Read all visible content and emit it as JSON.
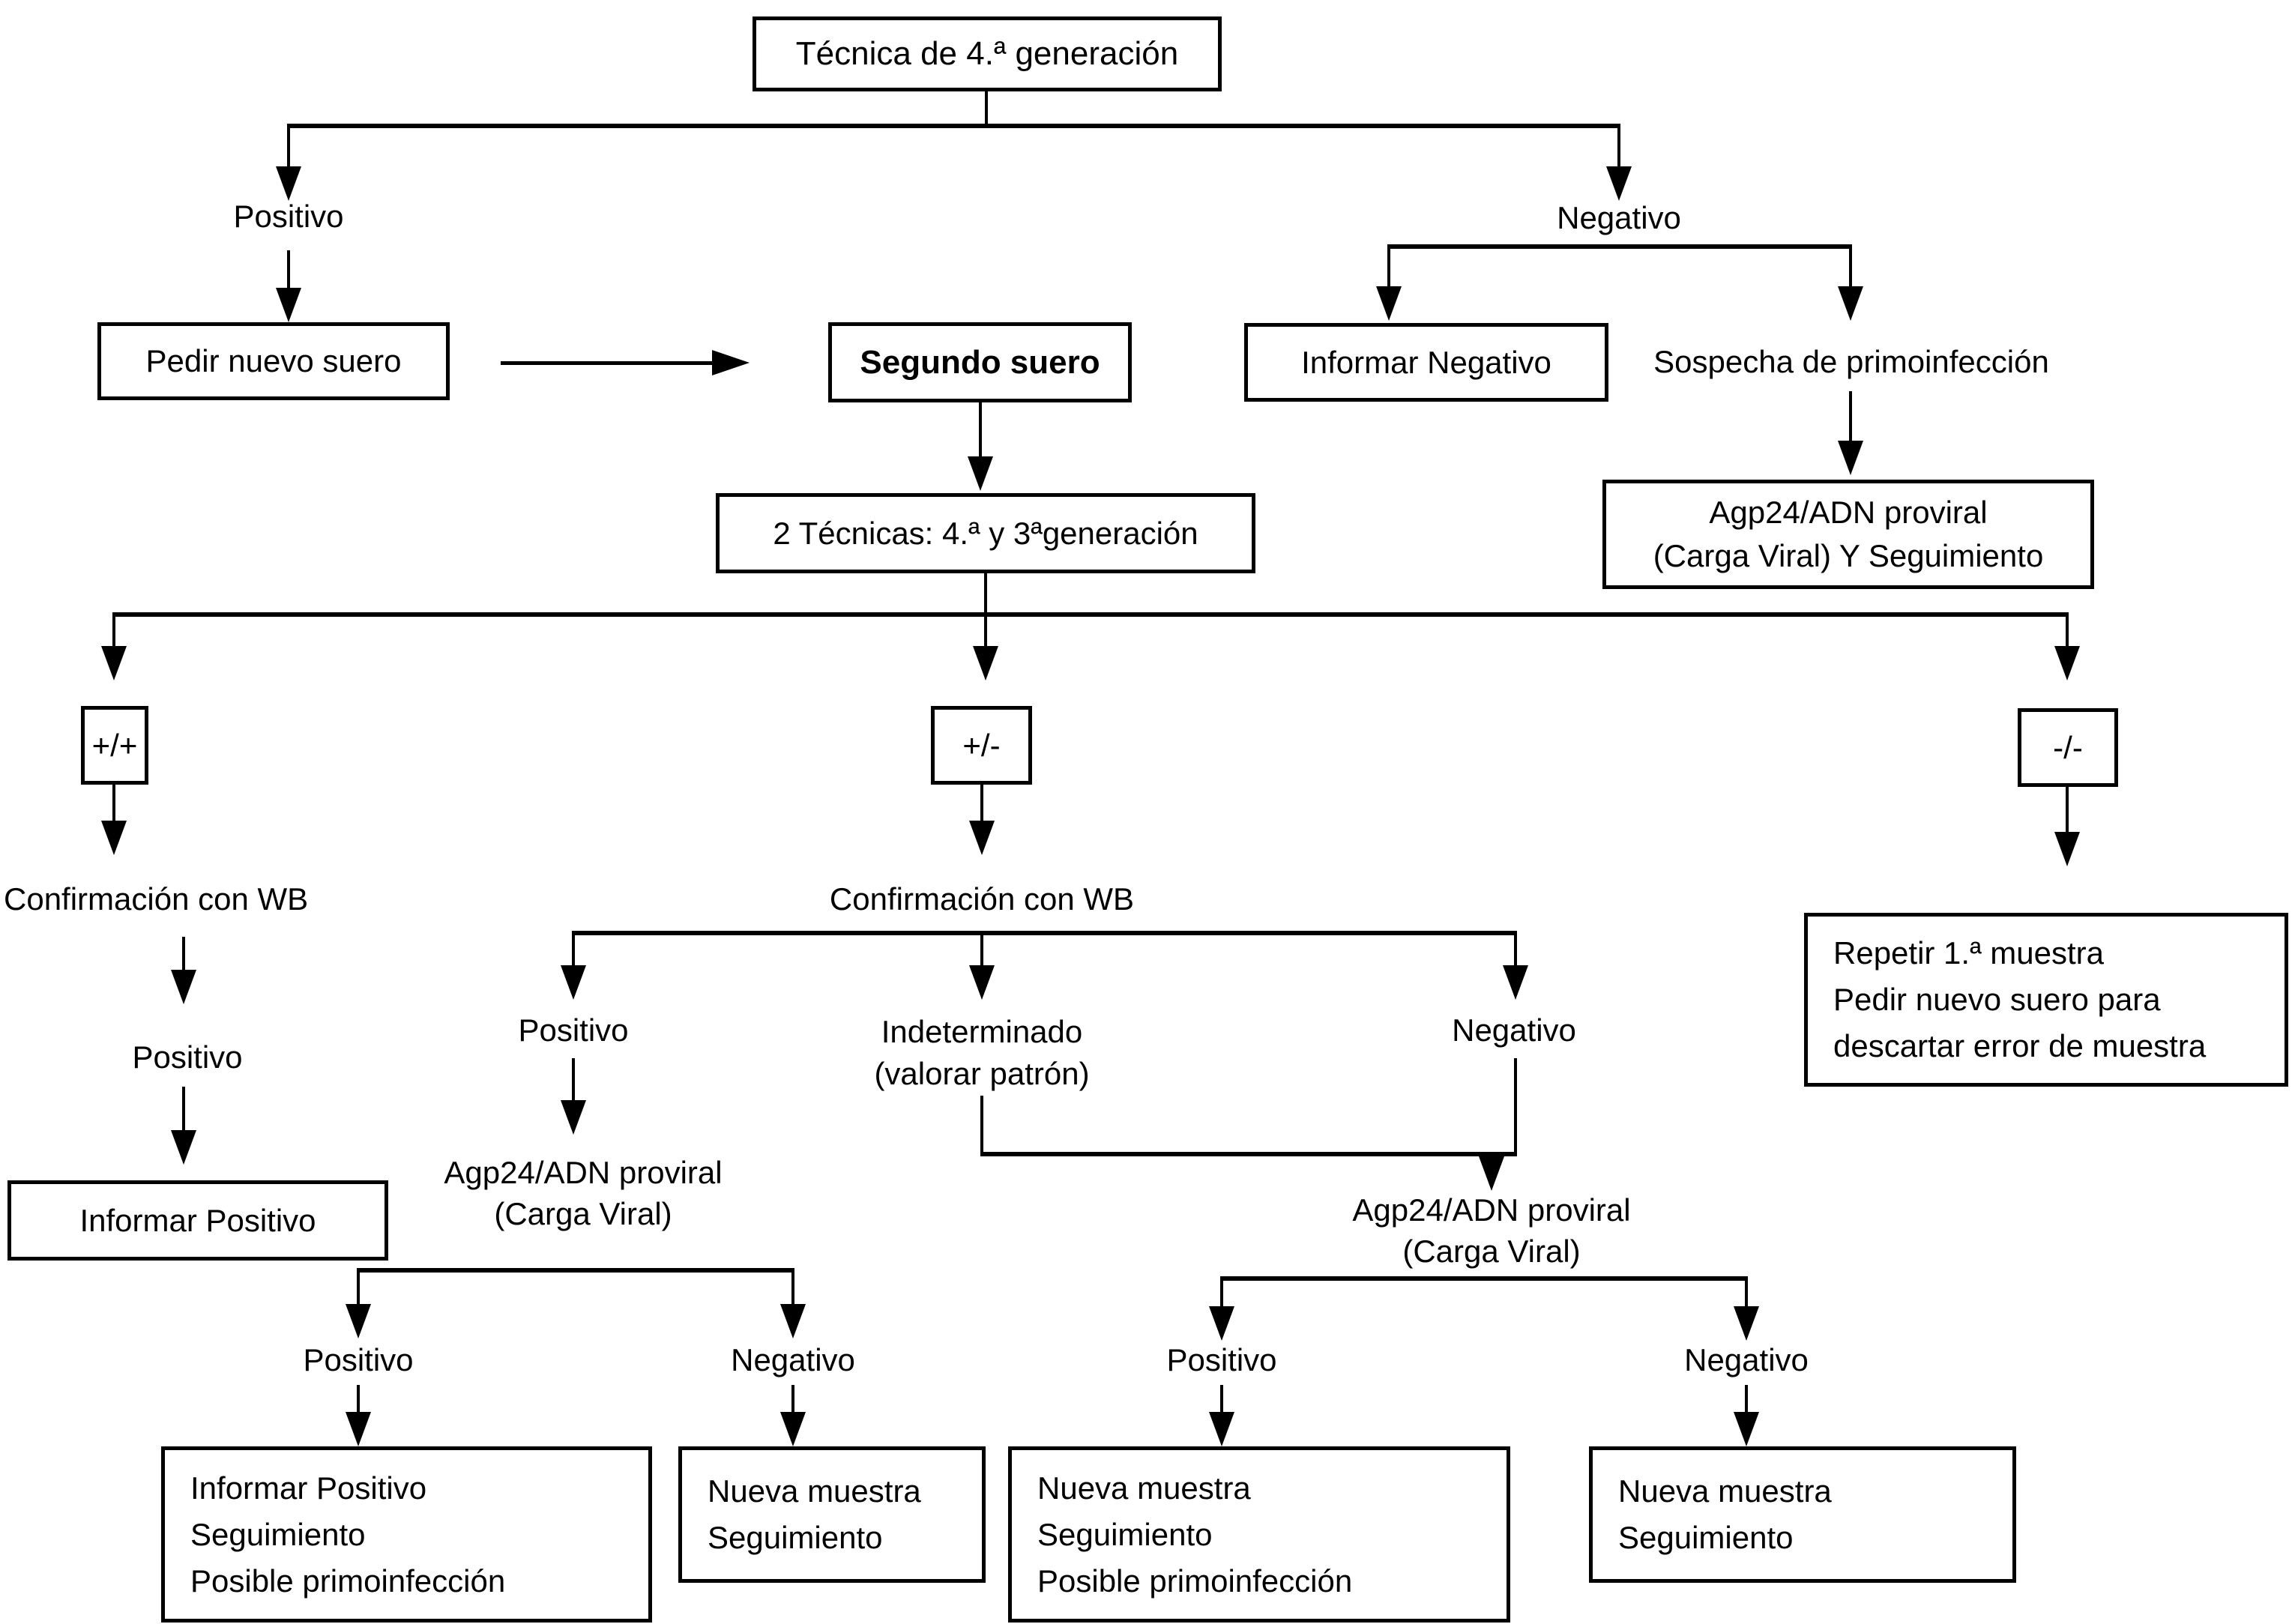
{
  "colors": {
    "background": "#ffffff",
    "line": "#000000",
    "text": "#000000"
  },
  "nodes": {
    "root": {
      "label": "Técnica de 4.ª generación"
    },
    "positivo_top": {
      "label": "Positivo"
    },
    "negativo_top": {
      "label": "Negativo"
    },
    "pedir_nuevo_suero": {
      "label": "Pedir nuevo suero"
    },
    "segundo_suero": {
      "label": "Segundo suero"
    },
    "informar_negativo": {
      "label": "Informar Negativo"
    },
    "sospecha_primoinfeccion": {
      "label": "Sospecha de primoinfección"
    },
    "agp24_seguimiento": {
      "lines": [
        "Agp24/ADN proviral",
        "(Carga Viral) Y Seguimiento"
      ]
    },
    "dos_tecnicas": {
      "label": "2 Técnicas: 4.ª y 3ªgeneración"
    },
    "resultado_pp": {
      "label": "+/+"
    },
    "resultado_pm": {
      "label": "+/-"
    },
    "resultado_mm": {
      "label": "-/-"
    },
    "confirmacion_wb_izq": {
      "label": "Confirmación con WB"
    },
    "confirmacion_wb_centro": {
      "label": "Confirmación con WB"
    },
    "positivo_izq": {
      "label": "Positivo"
    },
    "informar_positivo": {
      "label": "Informar Positivo"
    },
    "wb_positivo": {
      "label": "Positivo"
    },
    "wb_indeterminado": {
      "lines": [
        "Indeterminado",
        "(valorar patrón)"
      ]
    },
    "wb_negativo": {
      "label": "Negativo"
    },
    "agp24_izq": {
      "lines": [
        "Agp24/ADN proviral",
        "(Carga Viral)"
      ]
    },
    "agp24_der": {
      "lines": [
        "Agp24/ADN proviral",
        "(Carga Viral)"
      ]
    },
    "split_izq_positivo": {
      "label": "Positivo"
    },
    "split_izq_negativo": {
      "label": "Negativo"
    },
    "split_der_positivo": {
      "label": "Positivo"
    },
    "split_der_negativo": {
      "label": "Negativo"
    },
    "caja_informar_positivo": {
      "lines": [
        "Informar Positivo",
        "Seguimiento",
        "Posible primoinfección"
      ]
    },
    "caja_nueva_muestra_1": {
      "lines": [
        "Nueva muestra",
        "Seguimiento"
      ]
    },
    "caja_nueva_muestra_2": {
      "lines": [
        "Nueva muestra",
        "Seguimiento",
        "Posible primoinfección"
      ]
    },
    "caja_nueva_muestra_3": {
      "lines": [
        "Nueva muestra",
        "Seguimiento"
      ]
    },
    "caja_repetir": {
      "lines": [
        "Repetir 1.ª muestra",
        "Pedir nuevo suero para",
        "descartar error de muestra"
      ]
    }
  }
}
